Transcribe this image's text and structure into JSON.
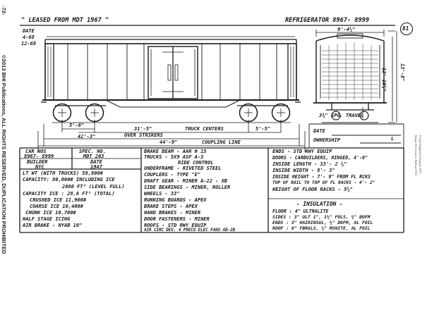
{
  "sheet": {
    "page_number": "-72-",
    "copyright": "©2013 BHI Publications, ALL RIGHTS RESERVED, DUPLICATION PROHIBITED",
    "margin_credit": "Bangor & Aroostook Railroad 1955",
    "margin_credit_2": "Freight Equipment Diagram 1970"
  },
  "header": {
    "leased": "\" LEASED  FROM  MDT  1967 \"",
    "car_type": "REFRIGERATOR  8967- 8999",
    "sheet_id": "81"
  },
  "side_view": {
    "date_label": "DATE",
    "date_line_1": "4-68",
    "date_line_2": "12-68",
    "dim_5_6": "5'-6\"",
    "dim_31_5": "31'-5\"",
    "truck_centers": "TRUCK CENTERS",
    "dim_5_5": "5'-5\"",
    "dim_42_3": "42'-3\"",
    "over_strikers": "OVER STRIKERS",
    "dim_44_9": "44'-9\"",
    "coupling_line": "COUPLING LINE"
  },
  "end_view": {
    "dim_width": "9'-4½\"",
    "dim_height_1": "12'-10¾\"",
    "dim_height_2": "13'-8\"",
    "spg_travel": "3¾\" SPG. TRAVEL"
  },
  "right_box": {
    "date_label": "DATE",
    "ownership_label": "OWNERSHIP",
    "ownership_value": "L"
  },
  "spec_table": {
    "col1": [
      "CAR  NOS",
      "8967- 8999",
      "BUILDER",
      "NYC"
    ],
    "col2": [
      "SPEC.  NO.",
      "MDT  203",
      "DATE",
      "1947"
    ],
    "lines": [
      "LT WT (WITH TRUCKS) 58,800#",
      "CAPACITY: 80,000# INCLUDING ICE",
      "2080 FT³ (LEVEL FULL)",
      "CAPACITY ICE : 28,6 FT³ (TOTAL)",
      "CRUSHED ICE  11,900#",
      "COARSE ICE  16,400#",
      "CHUNK ICE  10,700#",
      "HALF  STAGE  ICING",
      "AIR  BRAKE  -  NYAB  10\""
    ]
  },
  "mid_col": [
    "BRAKE  BEAM - AAR  # 15",
    "TRUCKS - 5X9  ASF A-3",
    "RIDE  CONTROL",
    "UNDERFRAME - RIVETED STEEL",
    "COUPLERS - TYPE \"E\"",
    "DRAFT GEAR - MINER A-22 - XB",
    "SIDE BEARINGS - MINER, ROLLER",
    "WHEELS - 33\"",
    "RUNNING BOARDS - APEX",
    "BRAKE STEPS - APEX",
    "HAND BRAKES - MINER",
    "DOOR FASTENERS - MINER",
    "ROOFS - STD RWY EQUIP",
    "AIR CIRC DEV. 4 PRECO ELEC FANS  AD-2B"
  ],
  "right_col": [
    "ENDS - STD RWY EQUIP",
    "DOORS - CARBUILDERS, HINGED, 4'-0\"",
    "INSIDE LENGTH - 33'- 2 ¼\"",
    "INSIDE WIDTH  -  8'- 3\"",
    "INSIDE HEIGHT - 7'- 9\" FROM FL RCKS",
    "TOP OF RAIL TO TOP OF FL RACKS - 4'- 2\"",
    "HEIGHT OF FLOOR RACKS - 5½\""
  ],
  "insulation": {
    "title": "- INSULATION -",
    "lines": [
      "FLOOR : 4\" ULTRALITE",
      "SIDES : 3\" ULT 1\", 1½\" FOLS, ½\" BOFM",
      "ENDS : 3\" HAIRINSUL, ½\" DOFM, AL FOIL",
      "ROOF : 6\" FBRGLS, ¼\" MSNITE, AL FOIL"
    ]
  }
}
